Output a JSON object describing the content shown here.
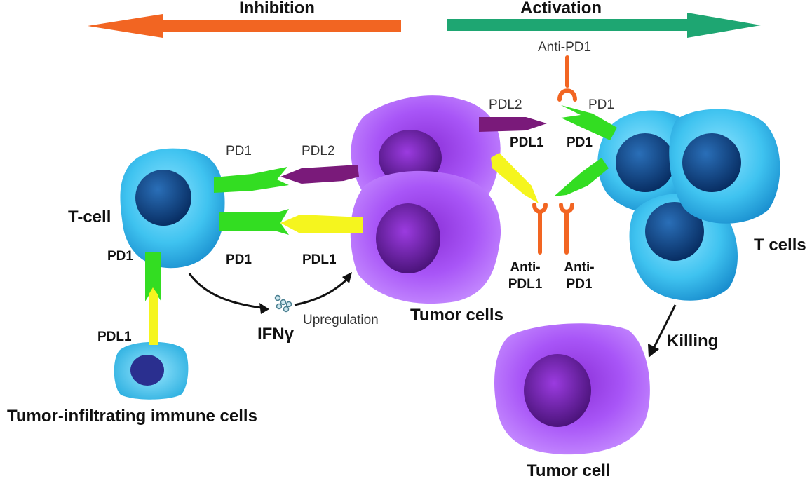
{
  "header": {
    "inhibition": "Inhibition",
    "activation": "Activation"
  },
  "labels": {
    "anti_pd1_top": "Anti-PD1",
    "pdl2_top": "PDL2",
    "pd1_top": "PD1",
    "pd1_upper_left": "PD1",
    "pdl2_left": "PDL2",
    "pdl1_bold_center": "PDL1",
    "pd1_bold_center": "PD1",
    "t_cell": "T-cell",
    "pd1_vertical": "PD1",
    "pd1_lower_mid": "PD1",
    "pdl1_lower_mid": "PDL1",
    "anti_pdl1": "Anti-\nPDL1",
    "anti_pd1": "Anti-\nPD1",
    "t_cells": "T cells",
    "upregulation": "Upregulation",
    "ifn": "IFNγ",
    "tumor_cells": "Tumor cells",
    "pdl1_bottom_left": "PDL1",
    "killing": "Killing",
    "tumor_infiltrating": "Tumor-infiltrating immune cells",
    "tumor_cell": "Tumor cell"
  },
  "colors": {
    "inhibition_arrow": "#F26522",
    "activation_arrow": "#1EA672",
    "t_cell": "#3FC3F0",
    "t_nucleus": "#0A3A78",
    "tumor": "#A855F7",
    "tumor_nucleus": "#5A168E",
    "pd1": "#33DD22",
    "pdl1": "#F5F51E",
    "pdl2": "#7A1A7A",
    "antibody": "#F26522"
  }
}
